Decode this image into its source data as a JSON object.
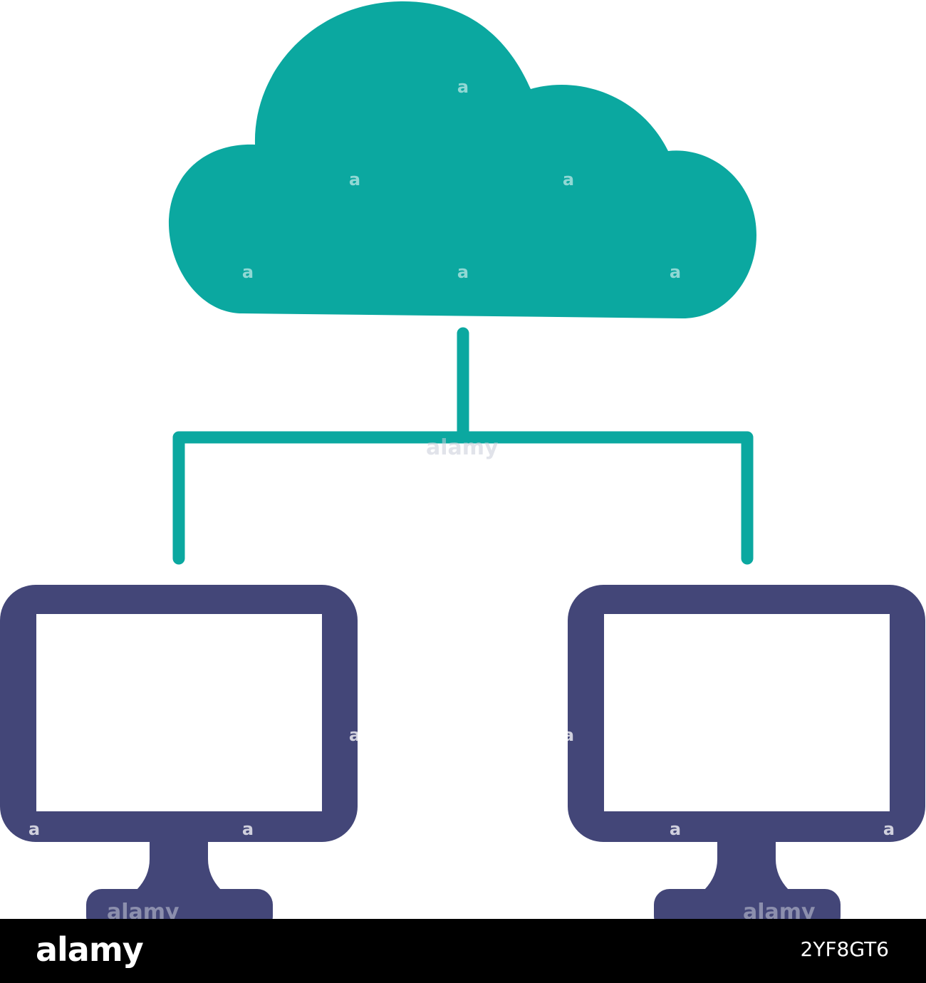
{
  "colors": {
    "cloud": "#0BA8A0",
    "connector": "#0BA8A0",
    "monitor": "#434678",
    "screen": "#ffffff",
    "background": "#ffffff",
    "footer": "#000000"
  },
  "icons": [
    "cloud-icon",
    "monitor-icon",
    "monitor-icon"
  ],
  "footer": {
    "brand": "alamy",
    "image_id": "2YF8GT6"
  },
  "watermark": {
    "letter": "a",
    "word": "alamy"
  }
}
